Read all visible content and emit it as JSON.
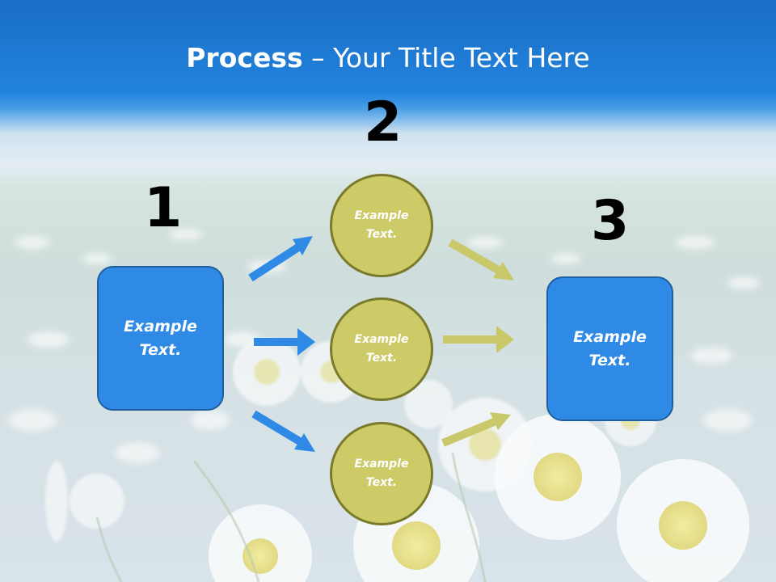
{
  "slide": {
    "title_bold": "Process",
    "title_rest": " – Your Title Text Here",
    "step_numbers": [
      "1",
      "2",
      "3"
    ],
    "left_box": "Example\nText.",
    "circles": [
      "Example\nText.",
      "Example\nText.",
      "Example\nText."
    ],
    "right_box": "Example\nText."
  },
  "colors": {
    "box_fill": "#2f8ae6",
    "box_border": "#1f5f9f",
    "circle_fill": "#cccb67",
    "circle_border": "#7a7a2c",
    "blue_arrow": "#2f8ae6",
    "olive_arrow": "#c9c86a"
  }
}
